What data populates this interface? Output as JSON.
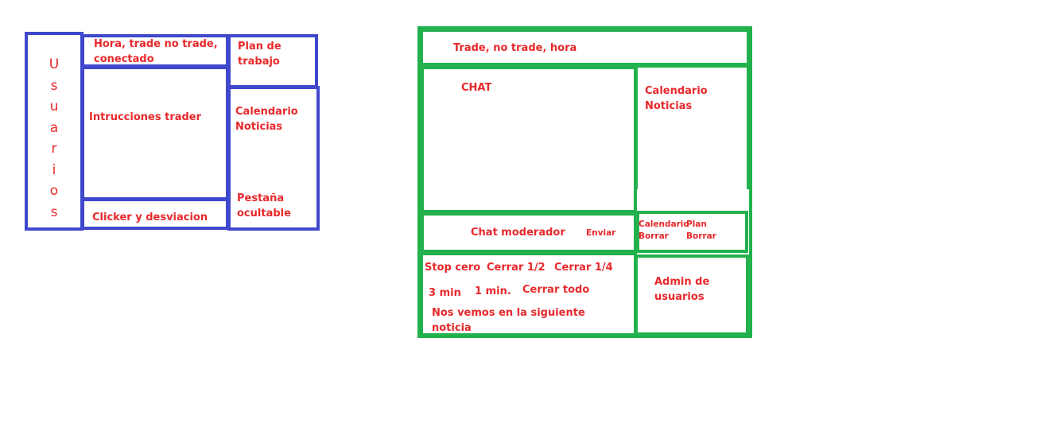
{
  "left_wireframe": {
    "usuarios_letters": [
      "U",
      "s",
      "u",
      "a",
      "r",
      "i",
      "o",
      "s"
    ],
    "hora_line1": "Hora, trade no trade,",
    "hora_line2": "conectado",
    "plan_line1": "Plan de",
    "plan_line2": "trabajo",
    "instrucciones": "Intrucciones trader",
    "calendario_line1": "Calendario",
    "calendario_line2": "Noticias",
    "pestana_line1": "Pestaña",
    "pestana_line2": "ocultable",
    "clicker": "Clicker y desviacion"
  },
  "right_wireframe": {
    "header": "Trade, no trade, hora",
    "chat": "CHAT",
    "calendario_line1": "Calendario",
    "calendario_line2": "Noticias",
    "chat_moderador": "Chat moderador",
    "enviar": "Enviar",
    "calendario_small": "Calendario",
    "borrar_1": "Borrar",
    "plan_small": "Plan",
    "borrar_2": "Borrar",
    "stop_cero": "Stop cero",
    "cerrar_half": "Cerrar 1/2",
    "cerrar_quarter": "Cerrar 1/4",
    "tres_min": "3 min",
    "un_min": "1 min.",
    "cerrar_todo": "Cerrar todo",
    "nos_vemos_line1": "Nos vemos en la siguiente",
    "nos_vemos_line2": "noticia",
    "admin_line1": "Admin de",
    "admin_line2": "usuarios"
  },
  "colors": {
    "left_border": "#3f48cc",
    "right_border": "#22b14c",
    "text": "#e8282b"
  }
}
